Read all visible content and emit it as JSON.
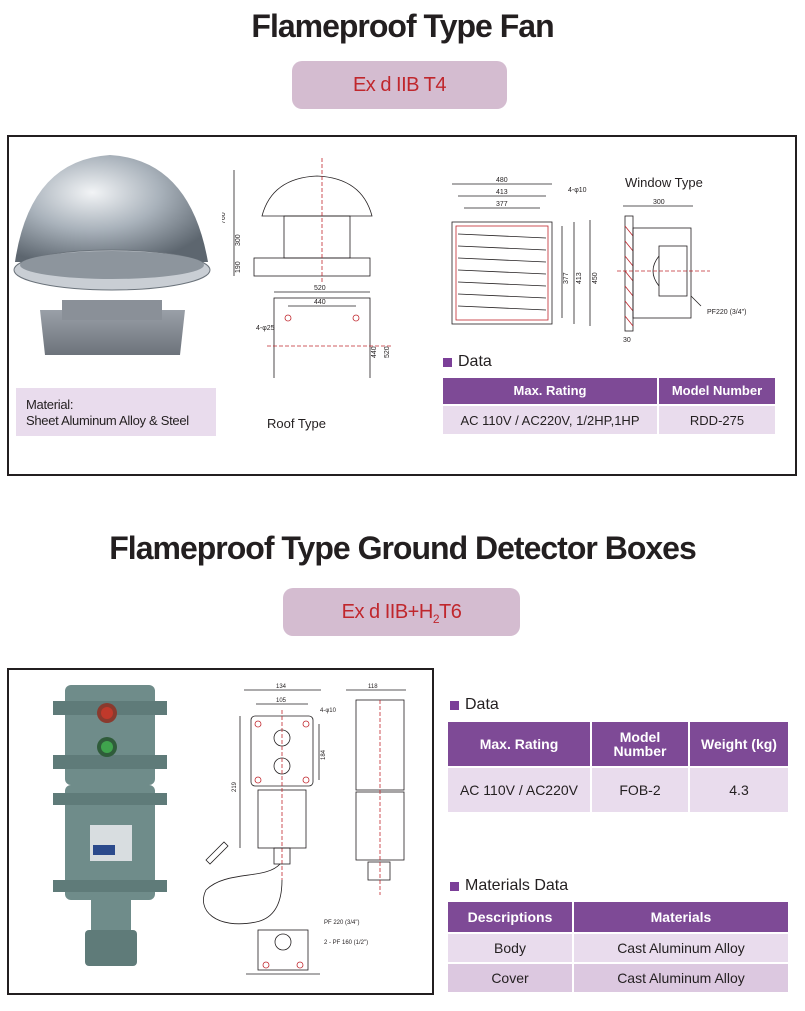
{
  "fan": {
    "title": "Flameproof Type Fan",
    "ex_rating": "Ex d IIB T4",
    "material_label": "Material:",
    "material_value": "Sheet  Aluminum Alloy & Steel",
    "roof_caption": "Roof Type",
    "window_caption": "Window Type",
    "data_heading": "Data",
    "table": {
      "headers": [
        "Max. Rating",
        "Model Number"
      ],
      "rows": [
        [
          "AC 110V / AC220V, 1/2HP,1HP",
          "RDD-275"
        ]
      ]
    },
    "dims": {
      "roof_side": [
        "760",
        "300",
        "190"
      ],
      "roof_top": [
        "520",
        "440",
        "4-φ25",
        "440",
        "520"
      ],
      "window_front": [
        "480",
        "413",
        "377",
        "4-φ10",
        "377",
        "413",
        "450"
      ],
      "window_side": [
        "300",
        "PF220 (3/4\")",
        "30"
      ]
    }
  },
  "detector": {
    "title": "Flameproof Type Ground Detector Boxes",
    "ex_rating_main": "Ex d IIB+H",
    "ex_rating_sub": "2",
    "ex_rating_end": "T6",
    "data_heading": "Data",
    "table": {
      "headers": [
        "Max.  Rating",
        "Model Number",
        "Weight (kg)"
      ],
      "rows": [
        [
          "AC 110V / AC220V",
          "FOB-2",
          "4.3"
        ]
      ]
    },
    "materials_heading": "Materials  Data",
    "materials_table": {
      "headers": [
        "Descriptions",
        "Materials"
      ],
      "rows": [
        [
          "Body",
          "Cast  Aluminum Alloy"
        ],
        [
          "Cover",
          "Cast  Aluminum Alloy"
        ]
      ]
    },
    "dims": [
      "134",
      "105",
      "4-φ10",
      "118",
      "219",
      "184",
      "PF 220 (3/4\")",
      "2 - PF 160 (1/2\")"
    ]
  }
}
